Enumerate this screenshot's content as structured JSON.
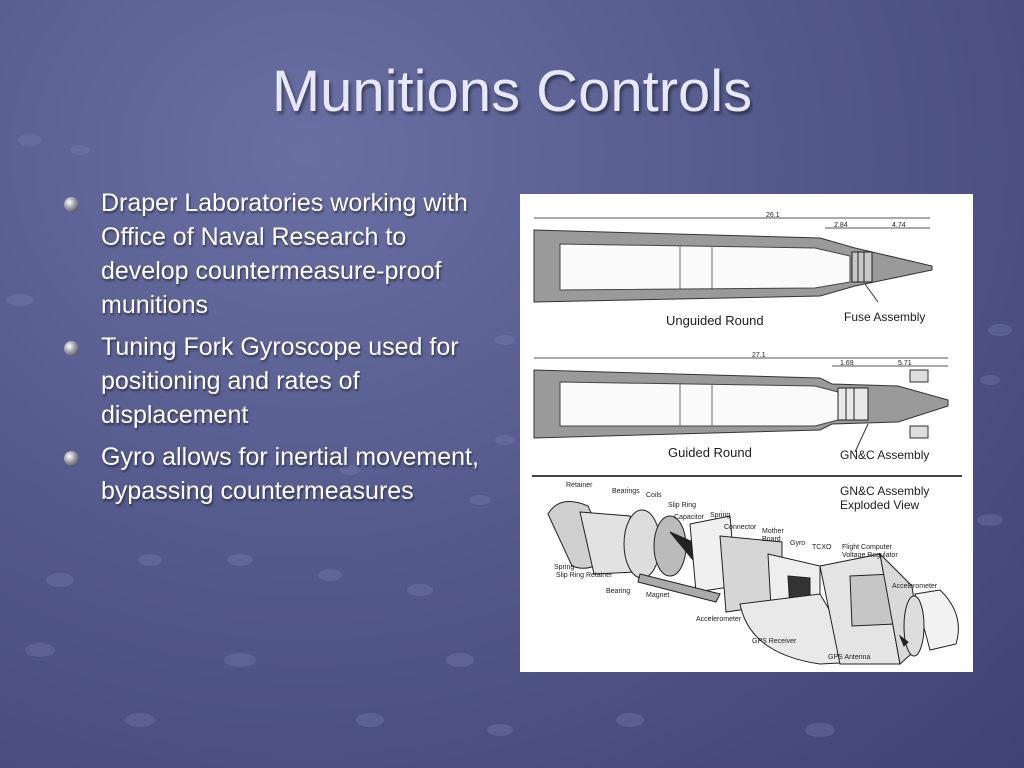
{
  "slide": {
    "title": "Munitions Controls",
    "bullets": [
      {
        "text": "Draper Laboratories working with Office of Naval Research to develop countermeasure-proof munitions"
      },
      {
        "text": "Tuning Fork Gyroscope used for positioning and rates of displacement"
      },
      {
        "text": "Gyro allows for inertial movement, bypassing countermeasures"
      }
    ]
  },
  "figure": {
    "unguided": {
      "label": "Unguided Round",
      "fuse_label": "Fuse Assembly",
      "dim_total": "26.1",
      "dim_a": "2.84",
      "dim_b": "4.74"
    },
    "guided": {
      "label": "Guided Round",
      "gnc_label": "GN&C Assembly",
      "dim_total": "27.1",
      "dim_a": "1.69",
      "dim_b": "5.71"
    },
    "exploded": {
      "title_line1": "GN&C Assembly",
      "title_line2": "Exploded View",
      "parts": {
        "retainer": "Retainer",
        "bearings": "Bearings",
        "coils": "Coils",
        "slip_ring": "Slip Ring",
        "capacitor": "Capacitor",
        "spring_top": "Spring",
        "connector": "Connector",
        "mother_board": "Mother\nBoard",
        "gyro": "Gyro",
        "tcxo": "TCXO",
        "flight_computer": "Flight Computer\nVoltage Regulator",
        "spring_left": "Spring",
        "slip_ring_retainer": "Slip Ring Retainer",
        "bearing": "Bearing",
        "magnet": "Magnet",
        "accelerometer_right": "Accelerometer",
        "accelerometer_bottom": "Accelerometer",
        "gps_receiver": "GPS Receiver",
        "gps_antenna": "GPS Antenna"
      }
    }
  },
  "colors": {
    "background": "#555a8c",
    "title": "#e6e8f8",
    "text": "#ffffff"
  }
}
